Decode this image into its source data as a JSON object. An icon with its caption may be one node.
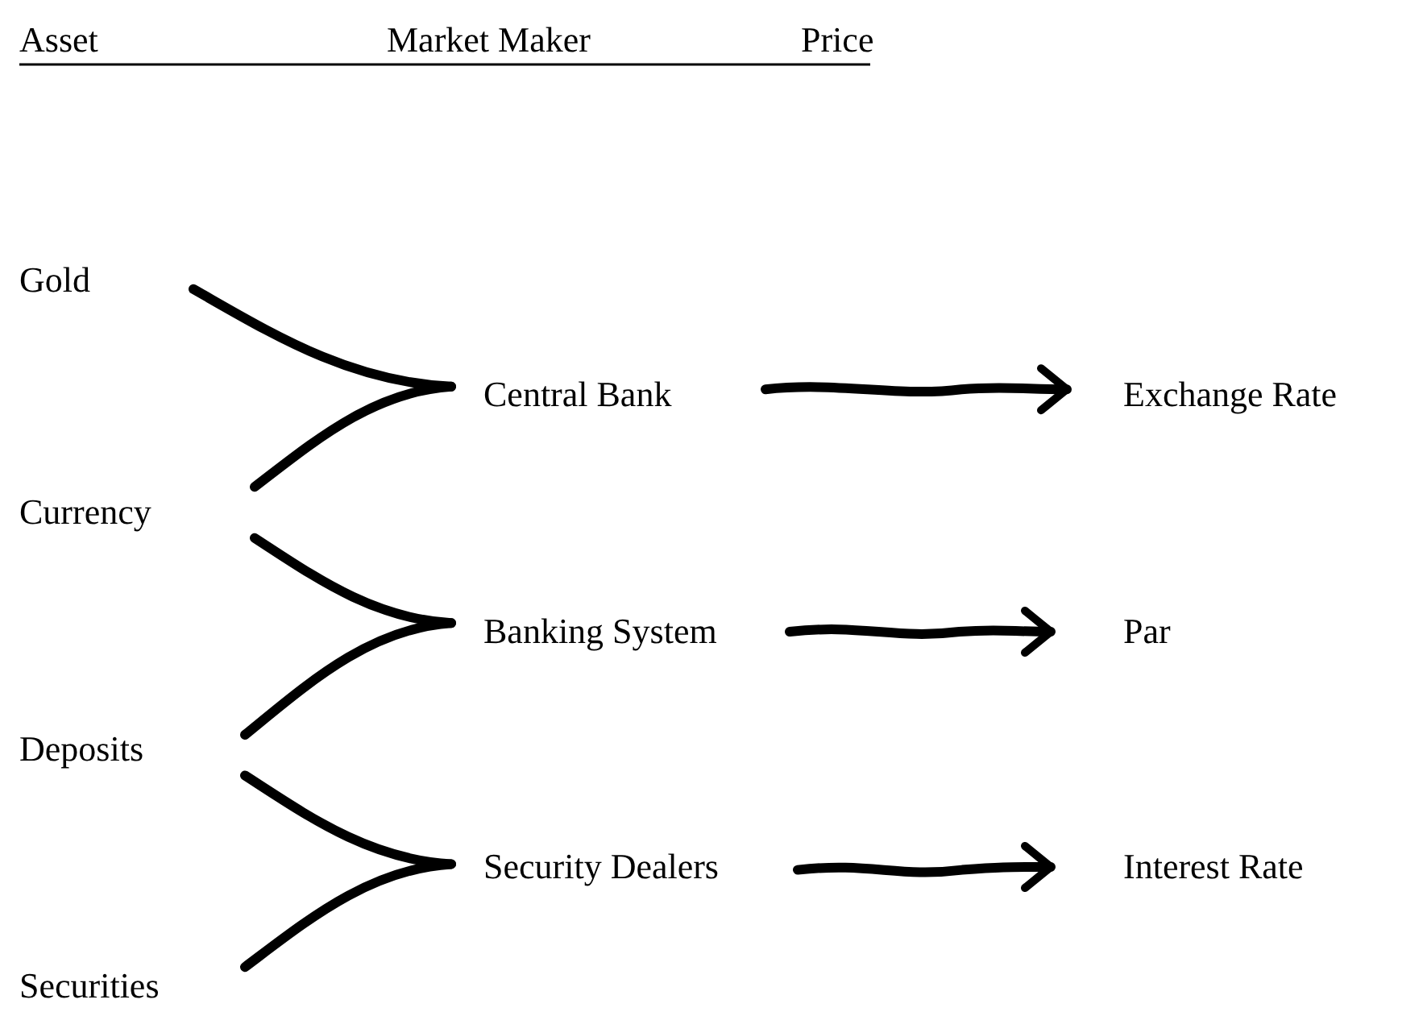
{
  "diagram": {
    "nodes": [
      {
        "text": [
          "Gold"
        ]
      },
      {
        "text": [
          "Currency"
        ]
      },
      {
        "text": [
          "Deposits"
        ]
      },
      {
        "text": [
          "Securities"
        ]
      },
      {
        "text": [
          "Central Bank"
        ]
      },
      {
        "text": [
          "Banking System"
        ]
      },
      {
        "text": [
          "Security Dealers"
        ]
      },
      {
        "text": [
          "Exchange Rate"
        ]
      },
      {
        "text": [
          "Par"
        ]
      },
      {
        "text": [
          "Interest Rate"
        ]
      }
    ],
    "edges": [
      {
        "from": 0,
        "to": 4,
        "arrow": "none"
      },
      {
        "from": 1,
        "to": 4,
        "arrow": "none"
      },
      {
        "from": 1,
        "to": 5,
        "arrow": "none"
      },
      {
        "from": 2,
        "to": 5,
        "arrow": "none"
      },
      {
        "from": 2,
        "to": 6,
        "arrow": "none"
      },
      {
        "from": 3,
        "to": 6,
        "arrow": "none"
      },
      {
        "from": 4,
        "to": 7,
        "arrow": "to"
      },
      {
        "from": 5,
        "to": 8,
        "arrow": "to"
      },
      {
        "from": 6,
        "to": 9,
        "arrow": "to"
      }
    ],
    "labels": [
      "Asset",
      "Market Maker",
      "Price"
    ]
  }
}
